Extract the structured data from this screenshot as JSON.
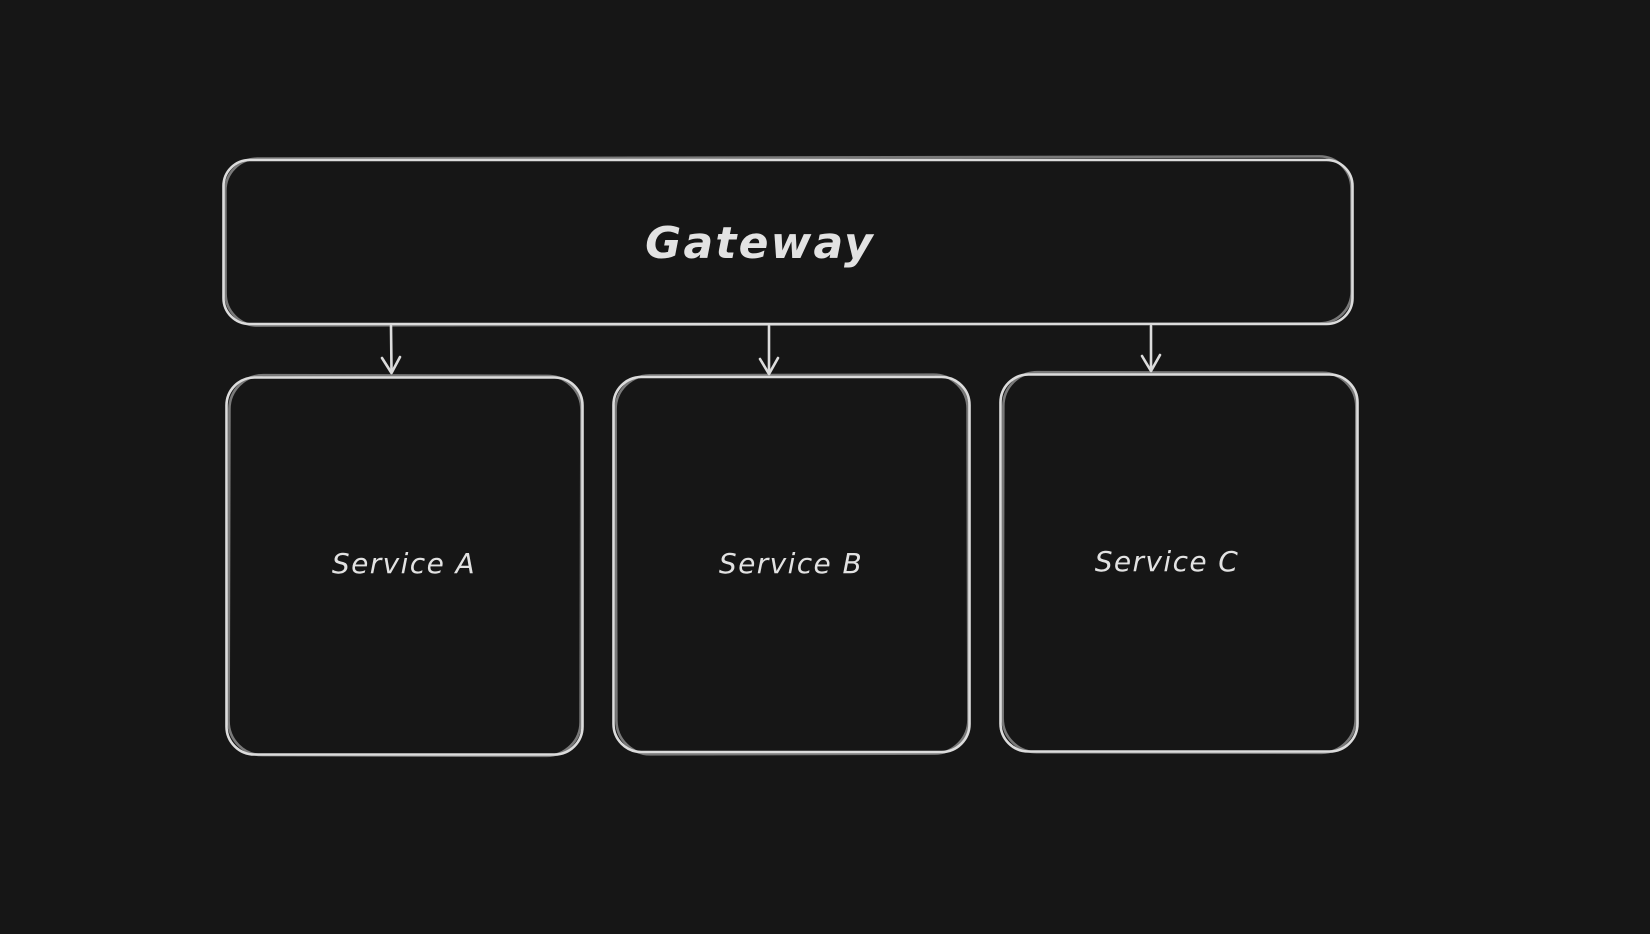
{
  "canvas": {
    "background": "#161616",
    "stroke_color": "#dcdcdc",
    "text_color": "#e2e2e2",
    "style": "hand-drawn-excalidraw"
  },
  "diagram": {
    "type": "flowchart",
    "nodes": [
      {
        "id": "gateway",
        "label": "Gateway",
        "shape": "rounded-rectangle"
      },
      {
        "id": "service-a",
        "label": "Service A",
        "shape": "rounded-rectangle"
      },
      {
        "id": "service-b",
        "label": "Service B",
        "shape": "rounded-rectangle"
      },
      {
        "id": "service-c",
        "label": "Service C",
        "shape": "rounded-rectangle"
      }
    ],
    "edges": [
      {
        "from": "gateway",
        "to": "service-a",
        "direction": "down",
        "arrowhead": "open"
      },
      {
        "from": "gateway",
        "to": "service-b",
        "direction": "down",
        "arrowhead": "open"
      },
      {
        "from": "gateway",
        "to": "service-c",
        "direction": "down",
        "arrowhead": "open"
      }
    ]
  }
}
